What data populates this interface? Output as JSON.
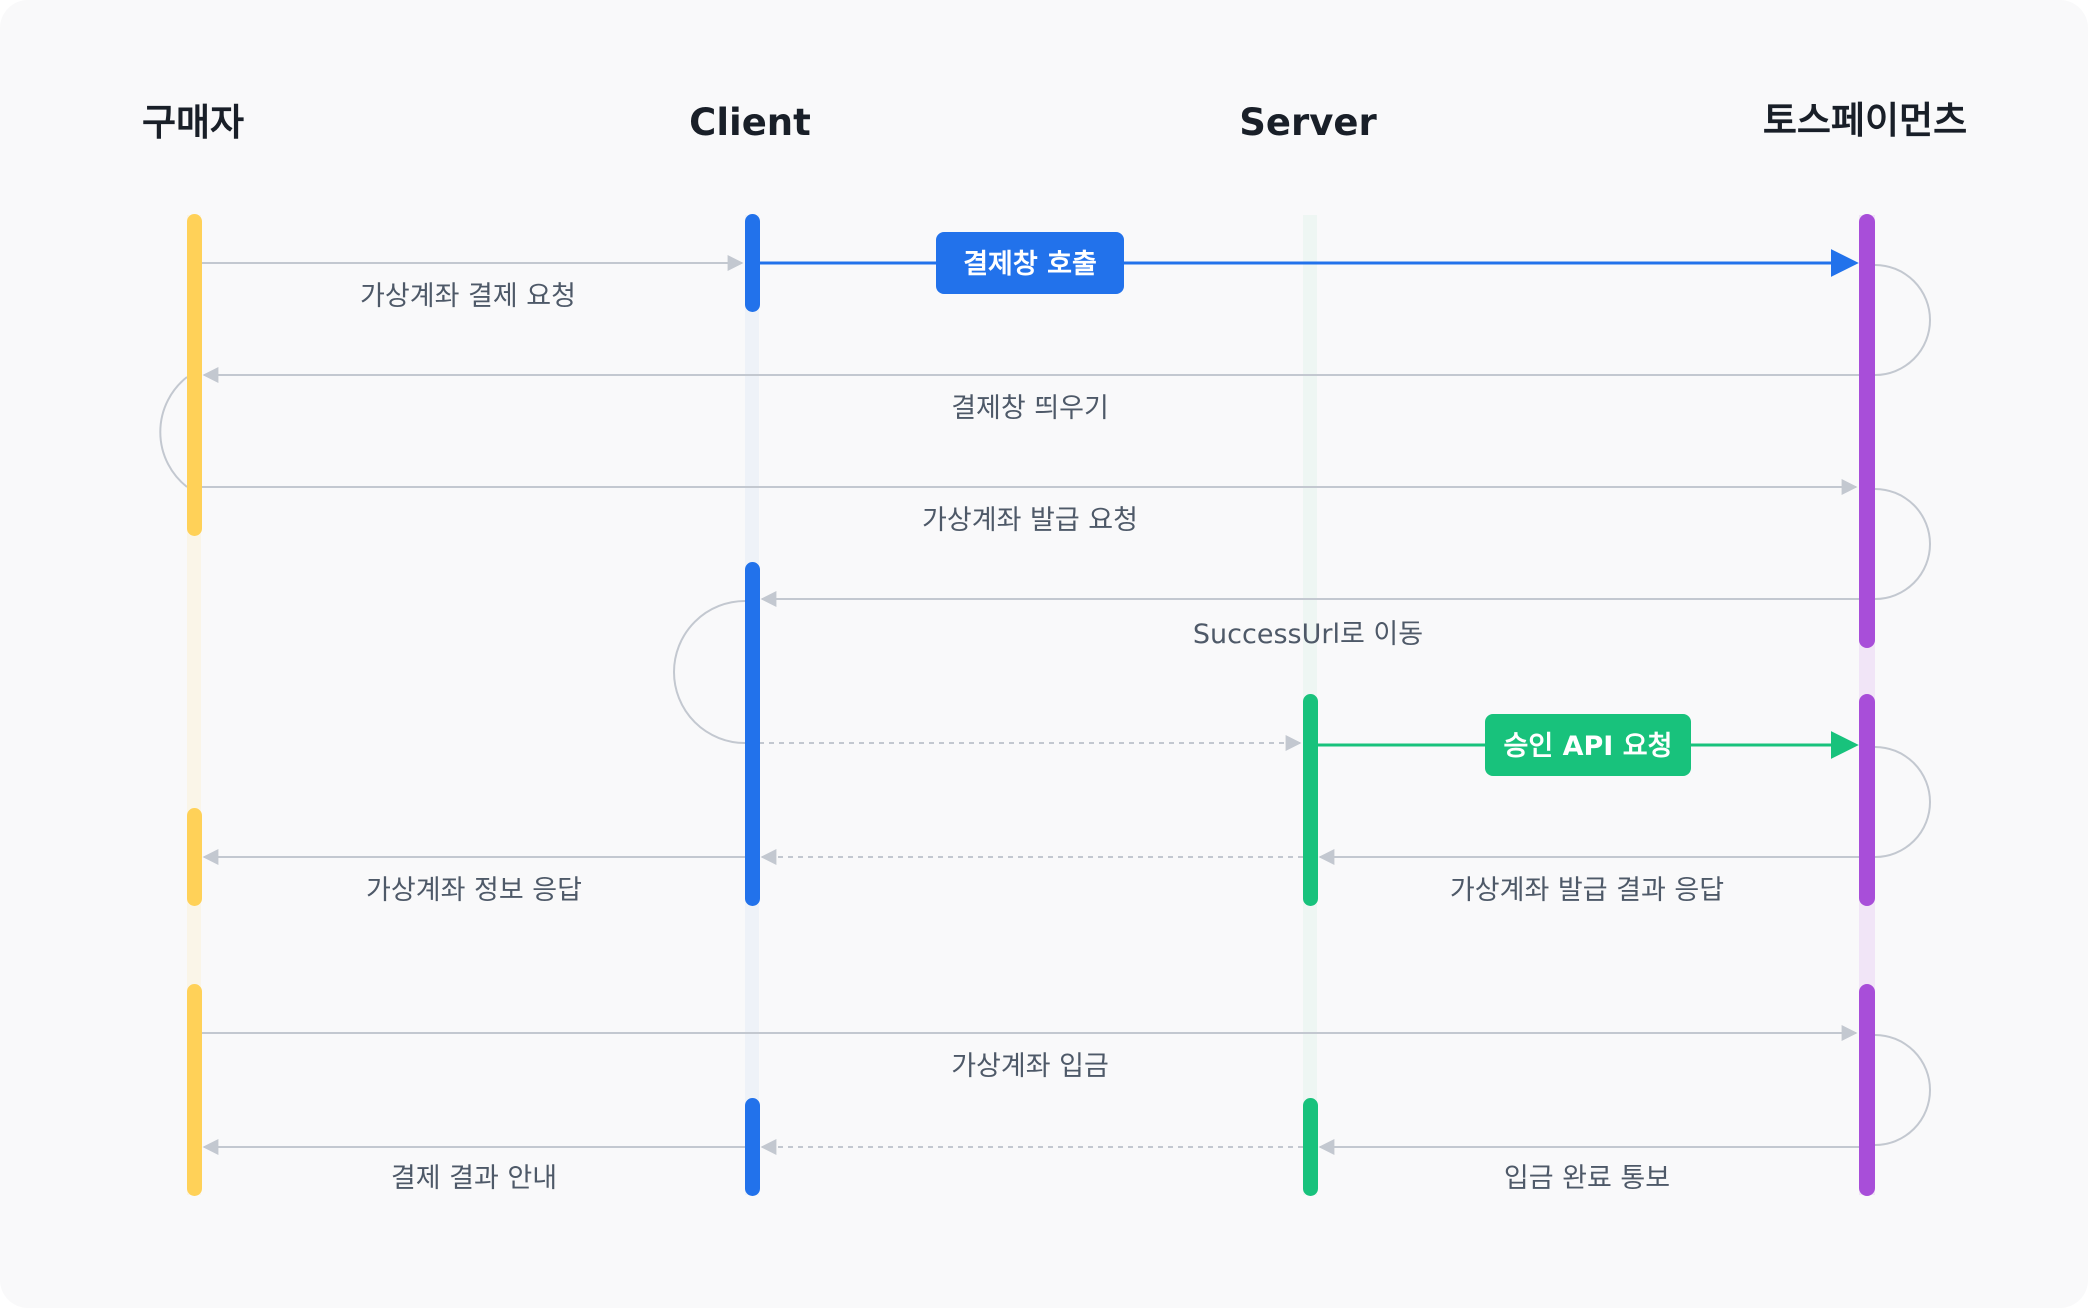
{
  "colors": {
    "background": "#f9f9fa",
    "arrow_gray": "#c3c8d0",
    "buyer": "#ffd158",
    "client": "#2272eb",
    "server": "#18c27c",
    "toss": "#a84ed9",
    "text_dark": "#191f28",
    "text_gray": "#4e5968"
  },
  "actors": [
    {
      "id": "buyer",
      "label": "구매자"
    },
    {
      "id": "client",
      "label": "Client"
    },
    {
      "id": "server",
      "label": "Server"
    },
    {
      "id": "toss",
      "label": "토스페이먼츠"
    }
  ],
  "messages": [
    {
      "id": "m1",
      "label": "가상계좌 결제 요청"
    },
    {
      "id": "m2",
      "label": "결제창 호출",
      "style": "badge",
      "color": "client"
    },
    {
      "id": "m3",
      "label": "결제창 띄우기"
    },
    {
      "id": "m4",
      "label": "가상계좌 발급 요청"
    },
    {
      "id": "m5",
      "label": "SuccessUrl로 이동"
    },
    {
      "id": "m6",
      "label": "승인 API 요청",
      "style": "badge",
      "color": "server"
    },
    {
      "id": "m7",
      "label": "가상계좌 정보 응답"
    },
    {
      "id": "m8",
      "label": "가상계좌 발급 결과 응답"
    },
    {
      "id": "m9",
      "label": "가상계좌 입금"
    },
    {
      "id": "m10",
      "label": "결제 결과 안내"
    },
    {
      "id": "m11",
      "label": "입금 완료 통보"
    }
  ]
}
